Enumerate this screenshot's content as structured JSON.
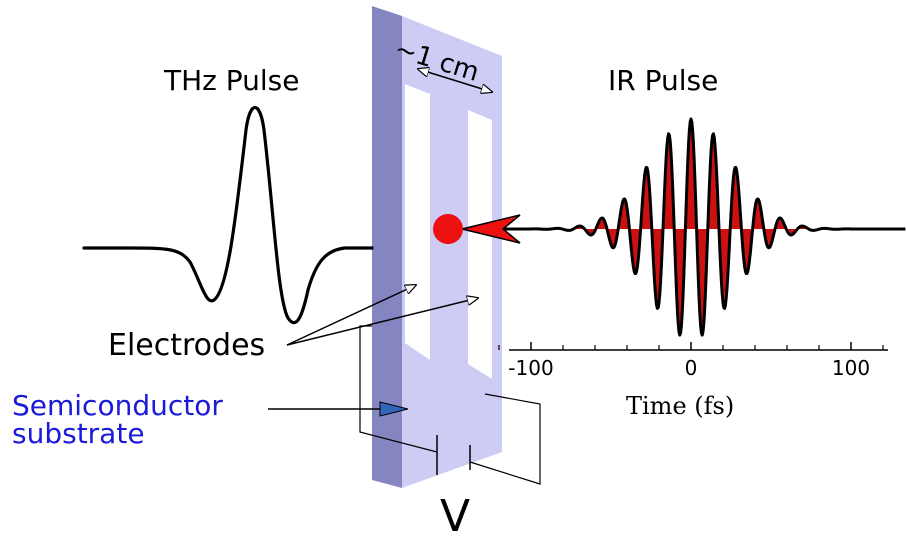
{
  "labels": {
    "thz_pulse": "THz Pulse",
    "ir_pulse": "IR Pulse",
    "size": "~1 cm",
    "electrodes": "Electrodes",
    "semiconductor_line1": "Semiconductor",
    "semiconductor_line2": "substrate",
    "voltage": "V"
  },
  "axis": {
    "title": "Time (fs)",
    "ticks": [
      "-100",
      "0",
      "100"
    ],
    "tick_values": [
      -100,
      0,
      100
    ]
  },
  "colors": {
    "substrate_face": "#ccccf5",
    "substrate_edge": "#8585c2",
    "slot": "#ffffff",
    "laser_spot": "#ee1111",
    "ir_fill": "#cc1111",
    "label_blue": "#1a1ad9",
    "line": "#000000"
  }
}
